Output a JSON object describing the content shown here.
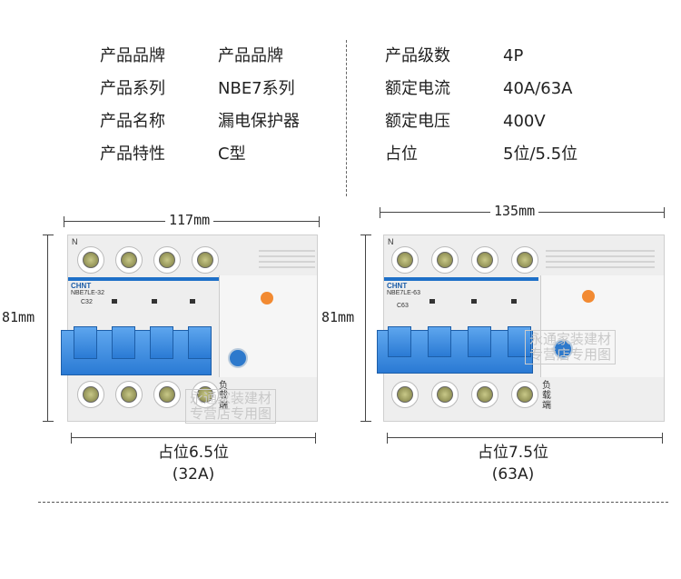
{
  "specs_left": [
    {
      "key": "产品品牌",
      "value": "产品品牌"
    },
    {
      "key": "产品系列",
      "value": "NBE7系列"
    },
    {
      "key": "产品名称",
      "value": "漏电保护器"
    },
    {
      "key": "产品特性",
      "value": "C型"
    }
  ],
  "specs_right": [
    {
      "key": "产品级数",
      "value": "4P"
    },
    {
      "key": "额定电流",
      "value": "40A/63A"
    },
    {
      "key": "额定电压",
      "value": "400V"
    },
    {
      "key": "占位",
      "value": "5位/5.5位"
    }
  ],
  "left_product": {
    "width_label": "117mm",
    "height_label": "81mm",
    "brand": "CHNT",
    "model": "NBE7LE-32",
    "rating": "C32",
    "terminal_letter": "N",
    "load_text": "负载端",
    "watermark_line1": "永通家装建材",
    "watermark_line2": "专营店专用图",
    "position_label": "占位6.5位",
    "current_label": "(32A)"
  },
  "right_product": {
    "width_label": "135mm",
    "height_label": "81mm",
    "brand": "CHNT",
    "model": "NBE7LE-63",
    "rating": "C63",
    "terminal_letter": "N",
    "load_text": "负载端",
    "watermark_line1": "永通家装建材",
    "watermark_line2": "专营店专用图",
    "position_label": "占位7.5位",
    "current_label": "(63A)"
  }
}
